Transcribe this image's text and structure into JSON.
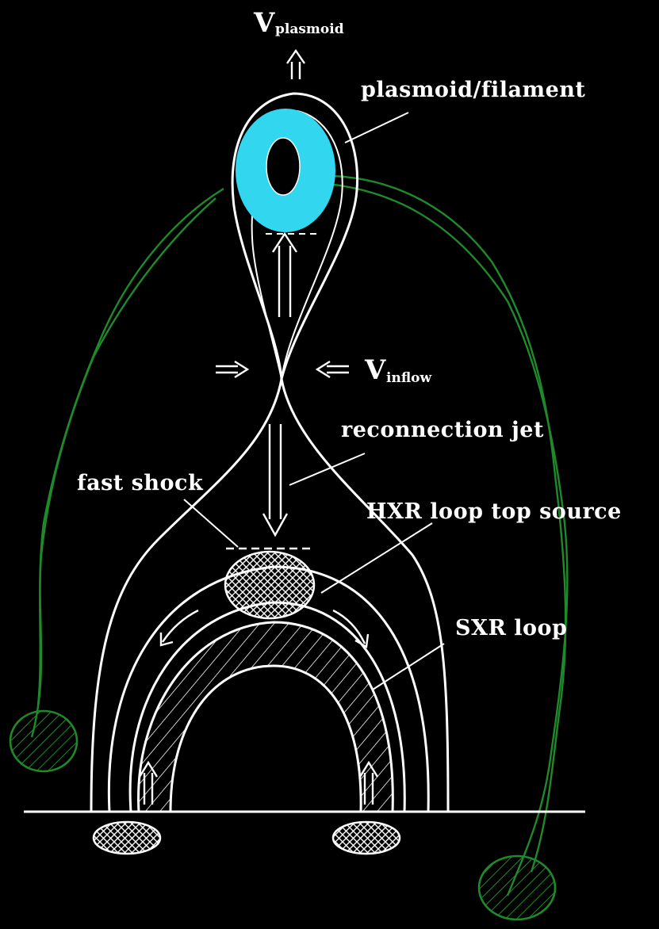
{
  "labels": {
    "v_plasmoid_main": "V",
    "v_plasmoid_sub": "plasmoid",
    "plasmoid_filament": "plasmoid/filament",
    "v_inflow_main": "V",
    "v_inflow_sub": "inflow",
    "reconnection_jet": "reconnection jet",
    "fast_shock": "fast shock",
    "hxr_loop_top_source": "HXR loop top source",
    "sxr_loop": "SXR loop"
  },
  "colors": {
    "background": "#000000",
    "lines": "#ffffff",
    "filament_ring": "#33d6ef",
    "field_lines_green": "#1f8a2a"
  }
}
